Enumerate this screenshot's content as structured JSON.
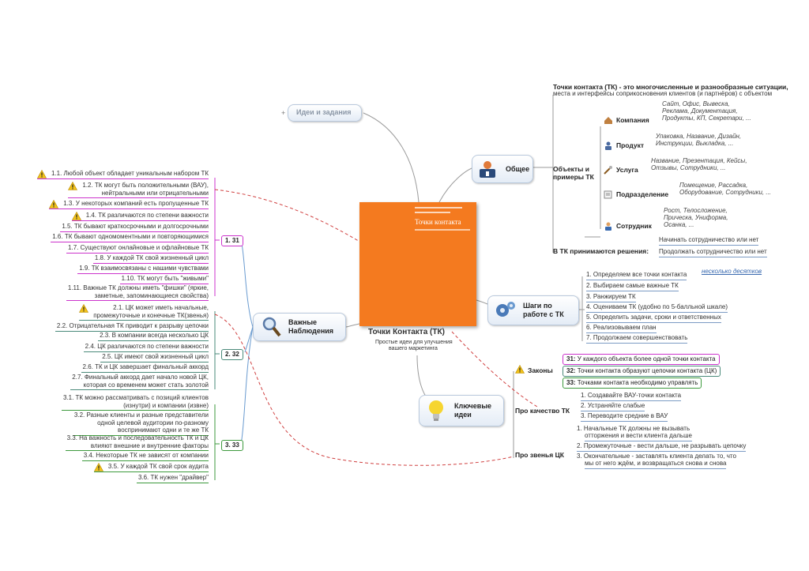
{
  "center": {
    "title": "Точки Контакта (ТК)",
    "subtitle_1": "Простые идеи для улучшения",
    "subtitle_2": "вашего маркетинга",
    "book_title": "Точки контакта",
    "book_color": "#f47a1f"
  },
  "ideas": {
    "label": "Идеи и задания"
  },
  "general": {
    "label": "Общее",
    "definition_1": "Точки контакта (ТК) - это многочисленные и разнообразные ситуации,",
    "definition_2": "места и интерфейсы соприкосновения клиентов (и партнёров) с объектом",
    "objects_label_1": "Объекты и",
    "objects_label_2": "примеры ТК",
    "objects": [
      {
        "name": "Компания",
        "icon": "house-icon",
        "l1": "Сайт, Офис, Вывеска,",
        "l2": "Реклама, Документация,",
        "l3": "Продукты, КП, Секретари, ..."
      },
      {
        "name": "Продукт",
        "icon": "person-icon",
        "l1": "Упаковка, Название, Дизайн,",
        "l2": "Инструкции, Выкладка, ..."
      },
      {
        "name": "Услуга",
        "icon": "tools-icon",
        "l1": "Название, Презентация, Кейсы,",
        "l2": "Отзывы, Сотрудники, ..."
      },
      {
        "name": "Подразделение",
        "icon": "note-icon",
        "l1": "Помещение, Рассадка,",
        "l2": "Оборудование, Сотрудники, ..."
      },
      {
        "name": "Сотрудник",
        "icon": "employee-icon",
        "l1": "Рост, Телосложение,",
        "l2": "Прическа, Униформа,",
        "l3": "Осанка, ..."
      }
    ],
    "decisions_label": "В ТК принимаются решения:",
    "decisions": [
      "Начинать сотрудничество или нет",
      "Продолжать сотрудничество или нет"
    ]
  },
  "steps": {
    "label_1": "Шаги по",
    "label_2": "работе с ТК",
    "note": "несколько десятков",
    "items": [
      "1. Определяем все точки контакта",
      "2. Выбираем самые важные ТК",
      "3. Ранжируем ТК",
      "4. Оцениваем ТК (удобно по 5-балльной шкале)",
      "5. Определить задачи, сроки и ответственных",
      "6. Реализовываем план",
      "7. Продолжаем совершенствовать"
    ]
  },
  "key_ideas": {
    "label_1": "Ключевые",
    "label_2": "идеи",
    "laws_label": "Законы",
    "laws": [
      {
        "num": "31:",
        "text": "У каждого объекта более одной точки контакта",
        "color": "#cc33cc"
      },
      {
        "num": "32:",
        "text": "Точки контакта образуют цепочки контакта (ЦК)",
        "color": "#4a8a7a"
      },
      {
        "num": "33:",
        "text": "Точками контакта необходимо управлять",
        "color": "#3d9a3d"
      }
    ],
    "quality_label": "Про качество ТК",
    "quality": [
      "1. Создавайте ВАУ-точки контакта",
      "2. Устраняйте слабые",
      "3. Переводите средние в ВАУ"
    ],
    "links_label": "Про звенья ЦК",
    "links": [
      {
        "l1": "1. Начальные ТК должны не вызывать",
        "l2": "отторжения и вести клиента дальше"
      },
      {
        "l1": "2. Промежуточные - вести дальше, не разрывать цепочку"
      },
      {
        "l1": "3. Окончательные - заставлять клиента делать то, что",
        "l2": "мы от него ждём, и возвращаться снова и снова"
      }
    ]
  },
  "observations": {
    "label_1": "Важные",
    "label_2": "Наблюдения",
    "group1_num": "31",
    "group1": [
      {
        "text": "1.1. Любой объект обладает уникальным набором ТК",
        "warn": true
      },
      {
        "text": "1.2. ТК могут быть положительными (ВАУ),",
        "text2": "нейтральными или отрицательными",
        "warn": true
      },
      {
        "text": "1.3. У некоторых компаний есть пропущенные ТК",
        "warn": true
      },
      {
        "text": "1.4. ТК различаются по степени важности",
        "warn": true
      },
      {
        "text": "1.5. ТК бывают краткосрочными и долгосрочными"
      },
      {
        "text": "1.6. ТК бывают одномоментными и повторяющимися"
      },
      {
        "text": "1.7. Существуют онлайновые и офлайновые ТК"
      },
      {
        "text": "1.8. У каждой ТК свой жизненный цикл"
      },
      {
        "text": "1.9. ТК взаимосвязаны с нашими чувствами"
      },
      {
        "text": "1.10. ТК могут быть \"живыми\""
      },
      {
        "text": "1.11. Важные ТК должны иметь \"фишки\" (яркие,",
        "text2": "заметные, запоминающиеся свойства)"
      }
    ],
    "group2_num": "32",
    "group2": [
      {
        "text": "2.1. ЦК может иметь начальные,",
        "text2": "промежуточные и конечные ТК(звенья)",
        "warn": true
      },
      {
        "text": "2.2. Отрицательная ТК приводит к разрыву цепочки"
      },
      {
        "text": "2.3. В компании всегда несколько ЦК"
      },
      {
        "text": "2.4. ЦК различаются по степени важности"
      },
      {
        "text": "2.5. ЦК имеют свой жизненный цикл"
      },
      {
        "text": "2.6. ТК и ЦК завершает финальный аккорд"
      },
      {
        "text": "2.7. Финальный аккорд дает начало новой ЦК,",
        "text2": "которая со временем может стать золотой"
      }
    ],
    "group3_num": "33",
    "group3": [
      {
        "text": "3.1. ТК можно рассматривать с позиций клиентов",
        "text2": "(изнутри) и компании (извне)"
      },
      {
        "text": "3.2. Разные клиенты и разные представители",
        "text2": "одной целевой аудитории по-разному",
        "text3": "воспринимают одни и те же ТК"
      },
      {
        "text": "3.3. На важность и последовательность ТК и ЦК",
        "text2": "влияют внешние и внутренние факторы"
      },
      {
        "text": "3.4. Некоторые ТК не зависят от компании"
      },
      {
        "text": "3.5. У каждой ТК свой срок аудита",
        "warn": true
      },
      {
        "text": "3.6. ТК нужен \"драйвер\""
      }
    ]
  }
}
